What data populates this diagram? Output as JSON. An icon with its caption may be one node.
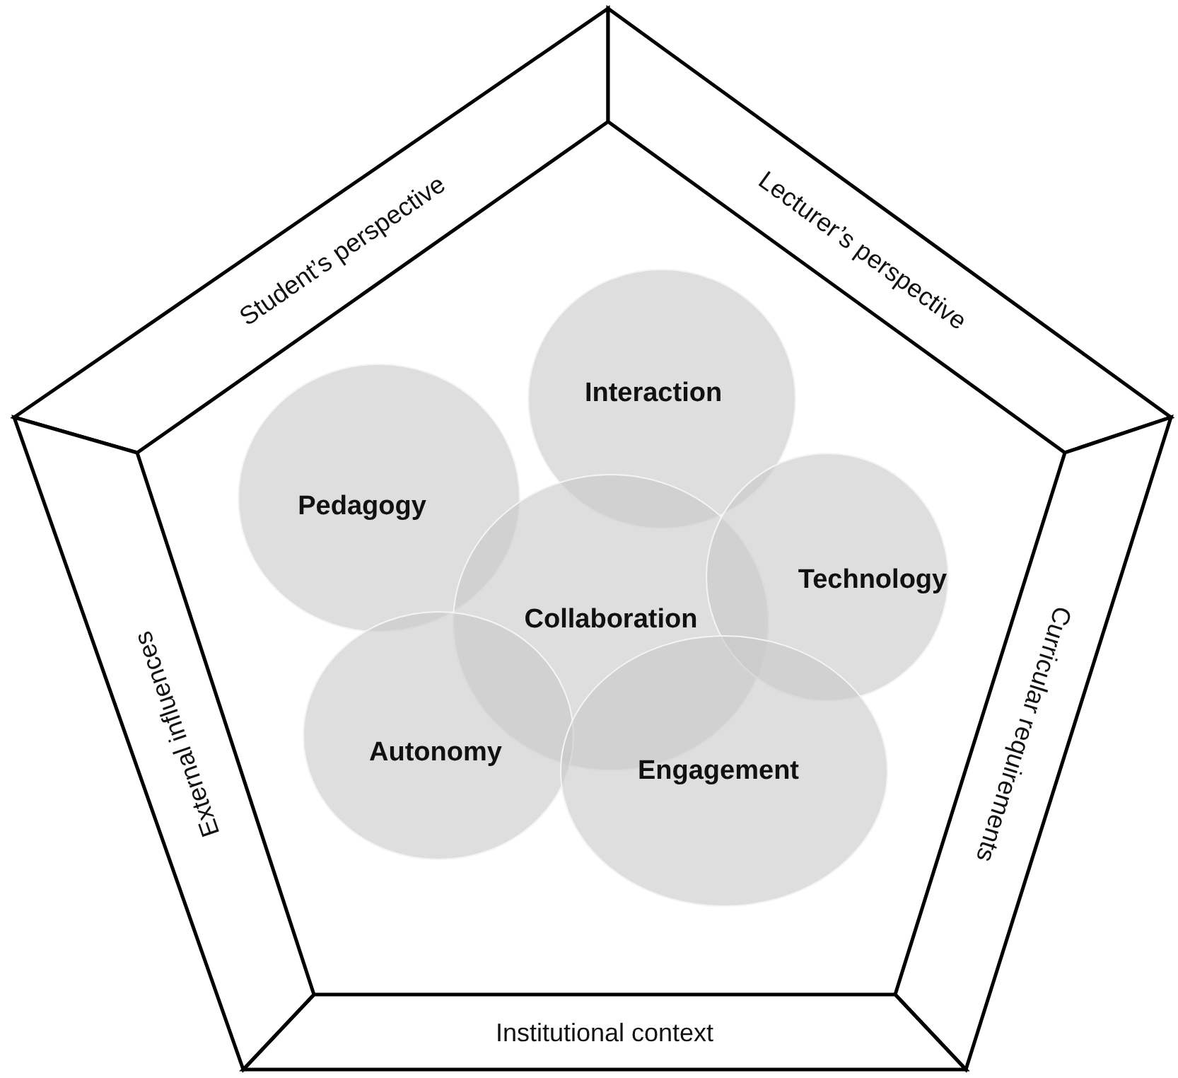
{
  "diagram": {
    "nodes": [
      {
        "text": [
          "Student’s perspective"
        ]
      },
      {
        "text": [
          "Lecturer’s perspective"
        ]
      },
      {
        "text": [
          "Curricular requirements"
        ]
      },
      {
        "text": [
          "Institutional context"
        ]
      },
      {
        "text": [
          "External influences"
        ]
      },
      {
        "text": [
          "Interaction"
        ]
      },
      {
        "text": [
          "Pedagogy"
        ]
      },
      {
        "text": [
          "Collaboration"
        ]
      },
      {
        "text": [
          "Technology"
        ]
      },
      {
        "text": [
          "Autonomy"
        ]
      },
      {
        "text": [
          "Engagement"
        ]
      }
    ]
  }
}
